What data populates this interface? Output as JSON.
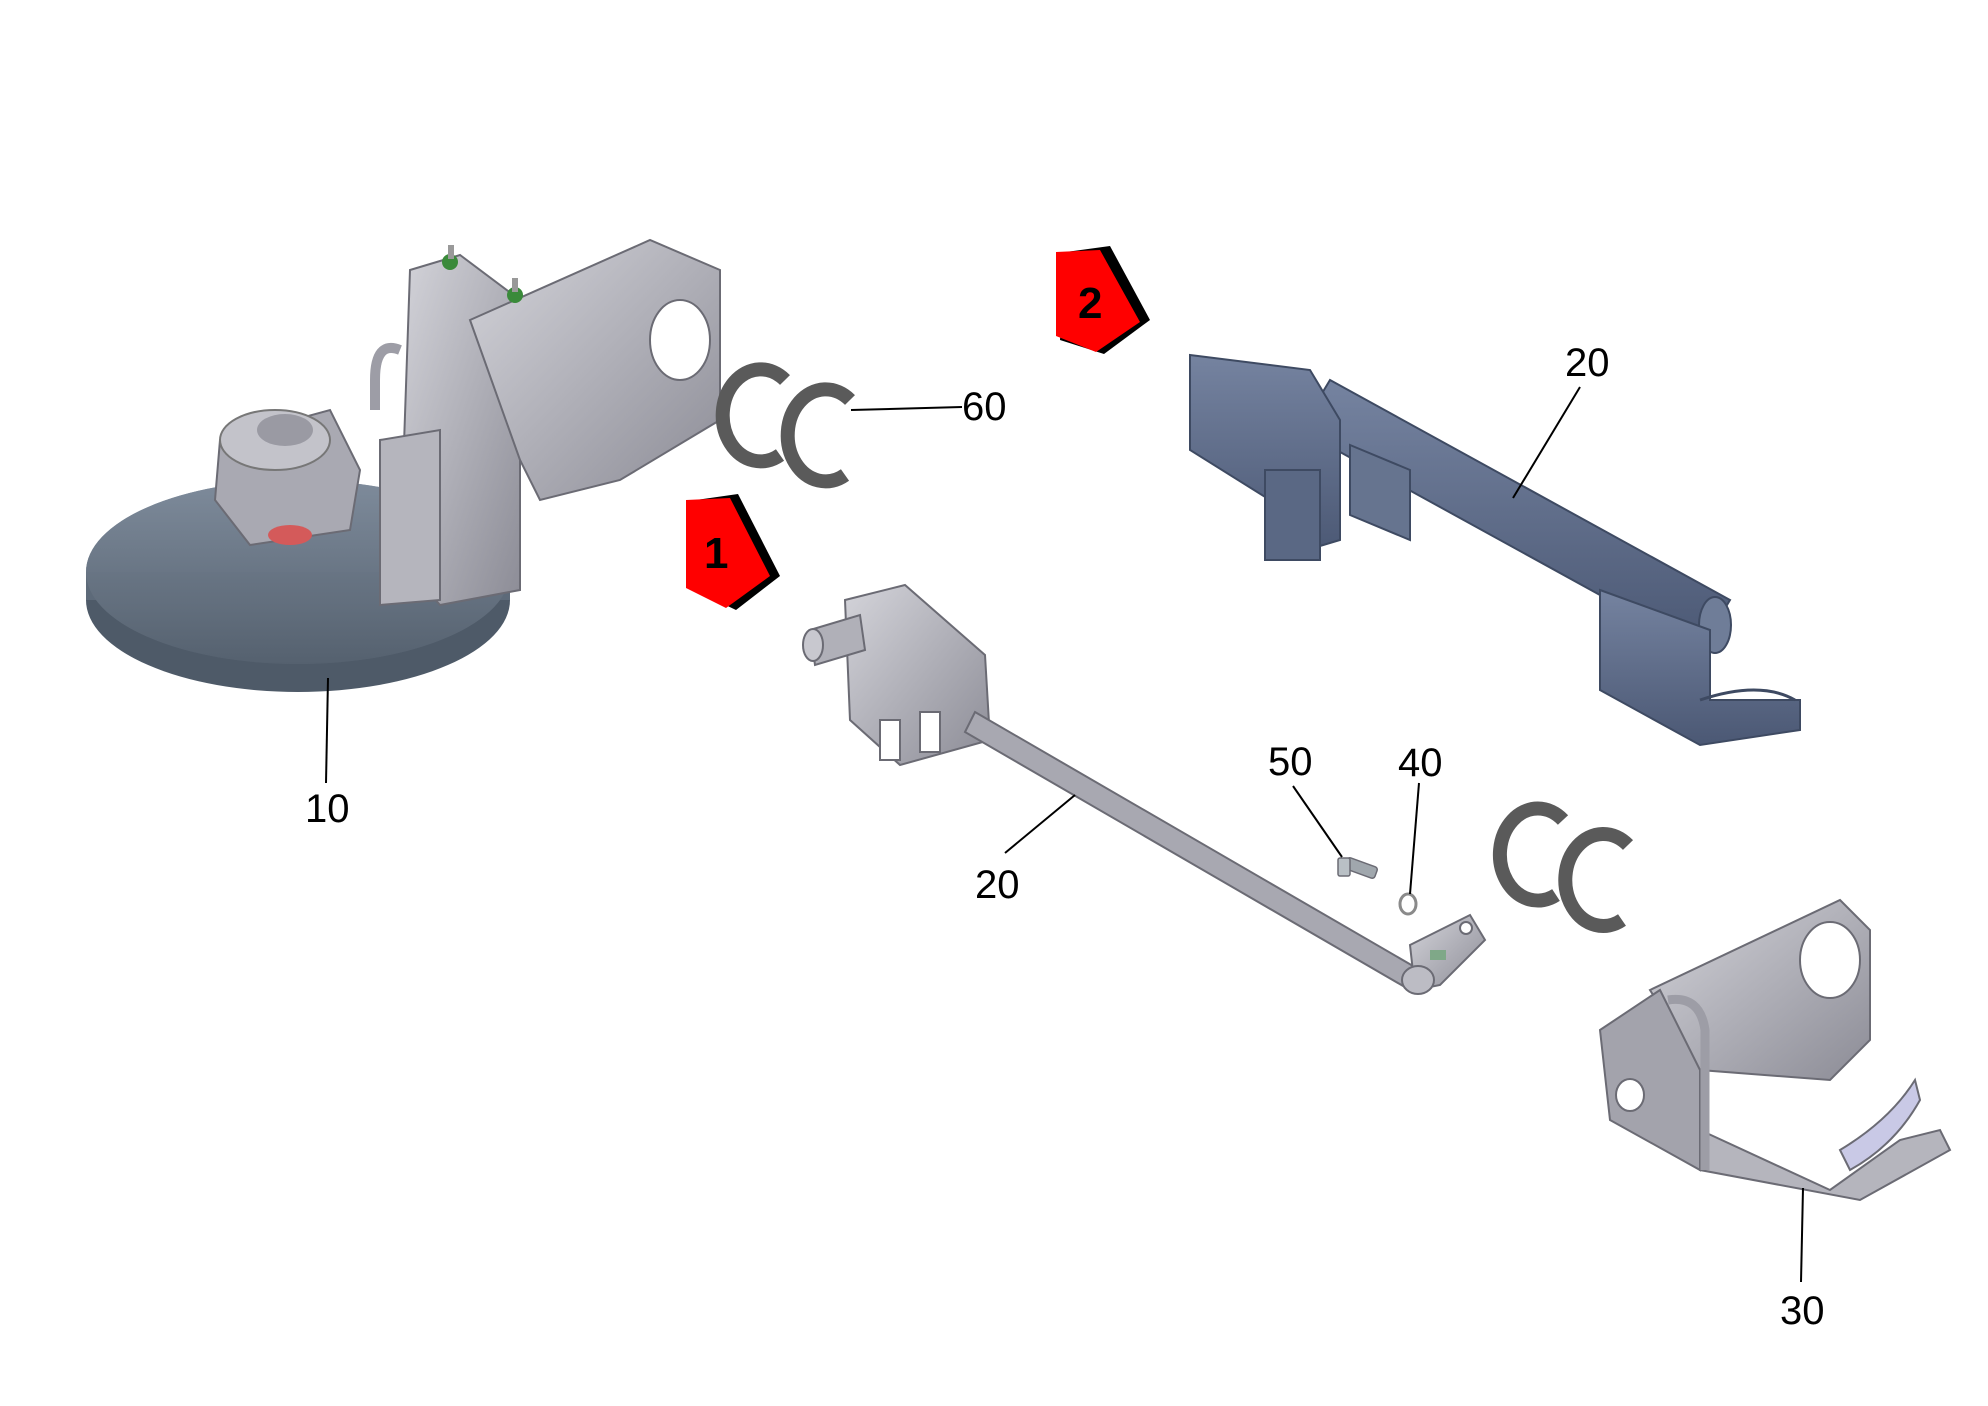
{
  "diagram": {
    "callouts": {
      "part_10": "10",
      "part_20_top": "20",
      "part_20_bottom": "20",
      "part_30": "30",
      "part_40": "40",
      "part_50": "50",
      "part_60": "60"
    },
    "markers": {
      "step_1": "1",
      "step_2": "2"
    },
    "colors": {
      "marker_red": "#ff0000",
      "part_grey_light": "#bdbdc5",
      "part_grey_dark": "#6e7680",
      "disc_blue": "#6f7d8d",
      "frame_blue": "#5c6a85",
      "clip_dark": "#555555",
      "line": "#000000"
    }
  }
}
